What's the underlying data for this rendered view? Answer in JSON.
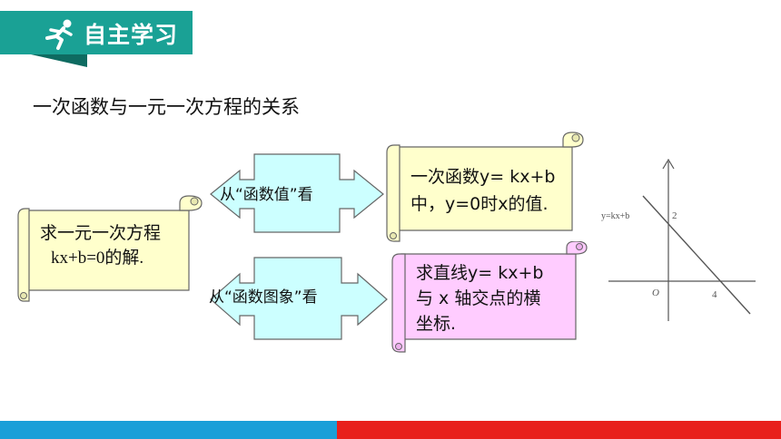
{
  "header": {
    "title": "自主学习",
    "icon": "running-person-icon",
    "colors": {
      "badge": "#1aa195",
      "badge_dark": "#0e6b61"
    }
  },
  "heading": "一次函数与一元一次方程的关系",
  "left_scroll": {
    "line1": "求一元一次方程",
    "line2": "kx+b=0的解."
  },
  "top_arrow": {
    "label": "从“函数值”看"
  },
  "bottom_arrow": {
    "label": "从“函数图象”看"
  },
  "top_scroll": {
    "line1": "一次函数y= kx+b",
    "line2": "中，y=0时x的值."
  },
  "bottom_scroll": {
    "line1": "求直线y= kx+b",
    "line2": "与 x 轴交点的横",
    "line3": "坐标."
  },
  "graph": {
    "line_label": "y=kx+b",
    "y_intercept_label": "2",
    "x_intercept_label": "4",
    "origin_label": "O"
  },
  "colors": {
    "scroll_yellow": "#ffffcc",
    "scroll_pink": "#ffccff",
    "arrow_fill": "#ccffff",
    "bar_blue": "#1a9fd8",
    "bar_red": "#e8201c"
  }
}
